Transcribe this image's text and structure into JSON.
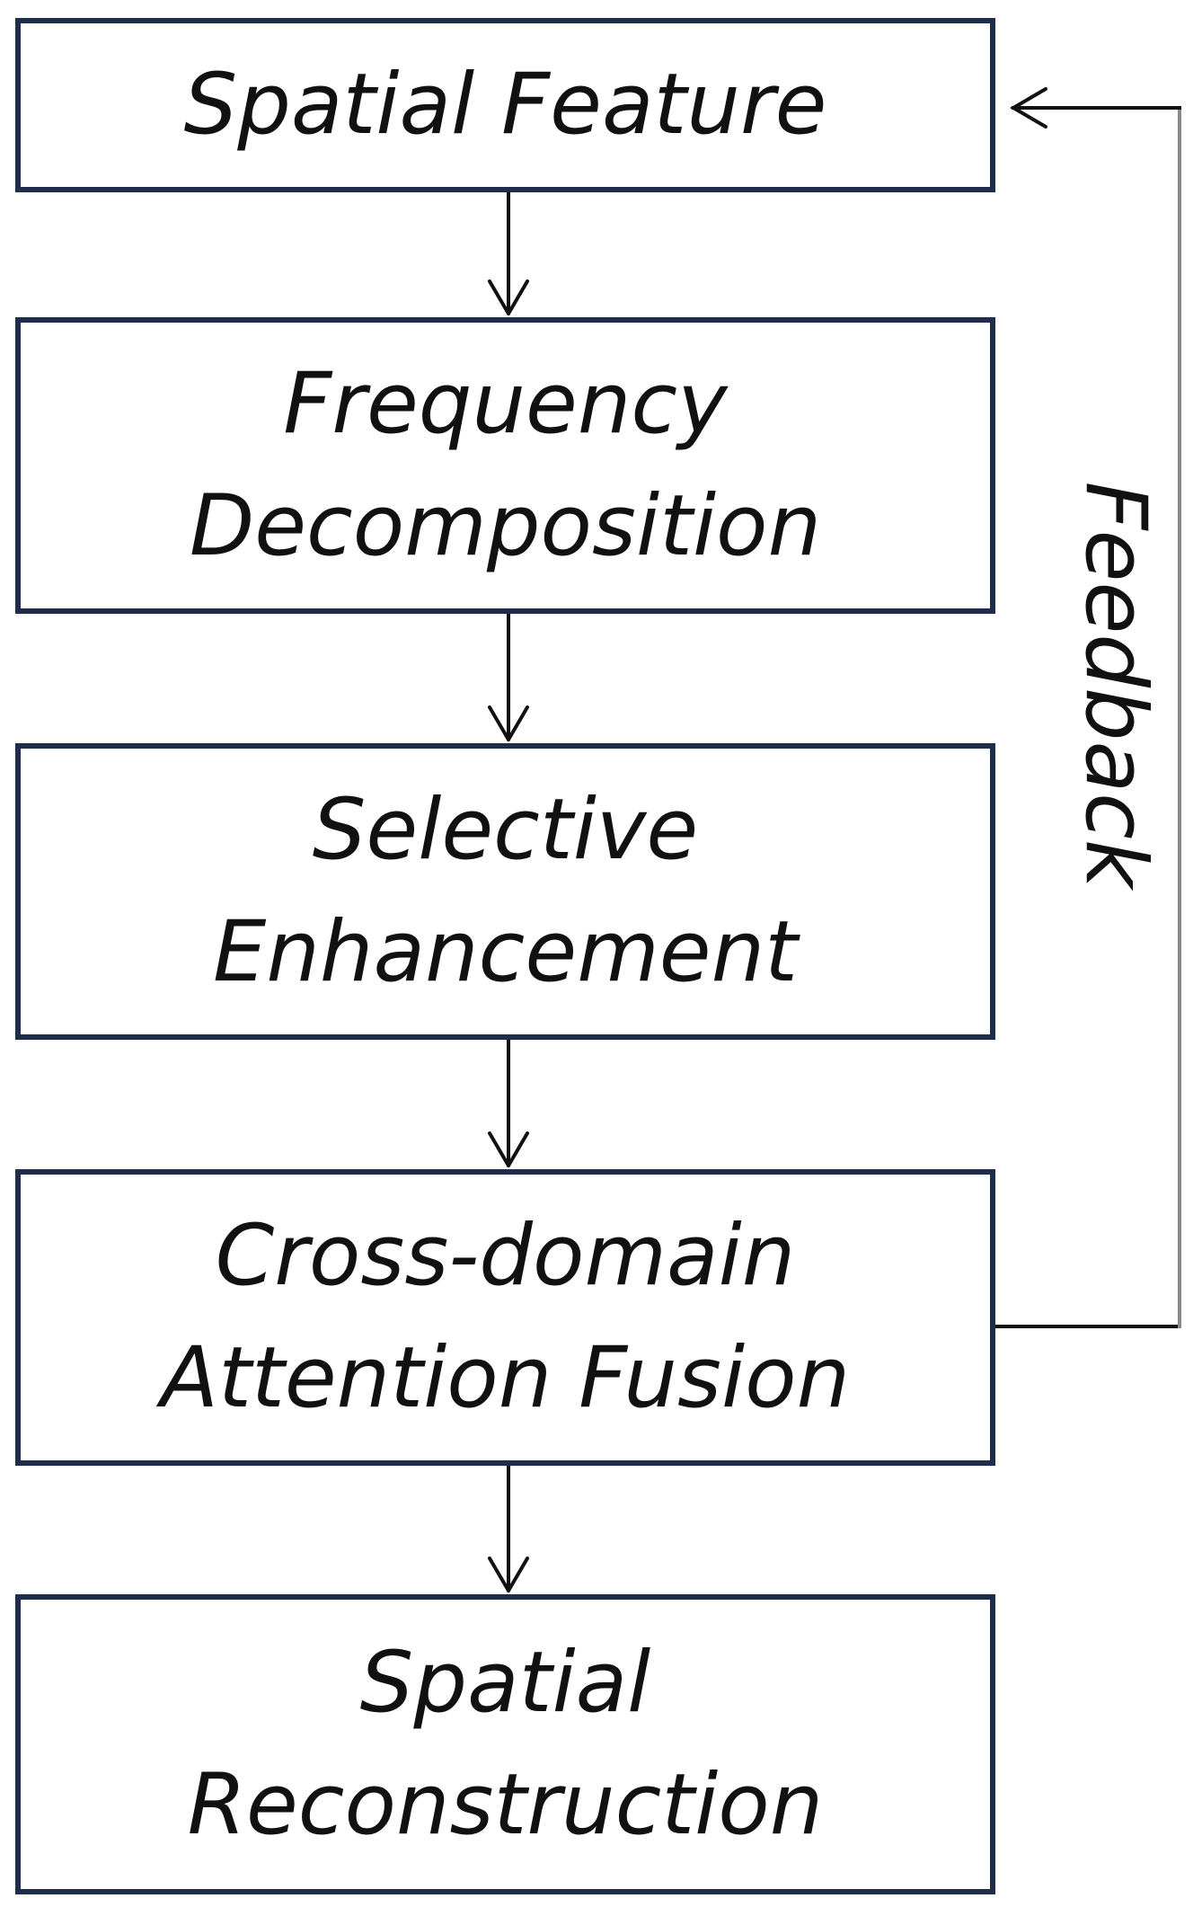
{
  "diagram": {
    "nodes": [
      {
        "id": "spatial-feature",
        "lines": [
          "Spatial Feature"
        ]
      },
      {
        "id": "frequency-decomposition",
        "lines": [
          "Frequency",
          "Decomposition"
        ]
      },
      {
        "id": "selective-enhancement",
        "lines": [
          "Selective",
          "Enhancement"
        ]
      },
      {
        "id": "cross-domain-attention-fusion",
        "lines": [
          "Cross-domain",
          "Attention Fusion"
        ]
      },
      {
        "id": "spatial-reconstruction",
        "lines": [
          "Spatial",
          "Reconstruction"
        ]
      }
    ],
    "edges": [
      {
        "from": "spatial-feature",
        "to": "frequency-decomposition"
      },
      {
        "from": "frequency-decomposition",
        "to": "selective-enhancement"
      },
      {
        "from": "selective-enhancement",
        "to": "cross-domain-attention-fusion"
      },
      {
        "from": "cross-domain-attention-fusion",
        "to": "spatial-reconstruction"
      },
      {
        "from": "cross-domain-attention-fusion",
        "to": "spatial-feature",
        "label": "Feedback"
      }
    ],
    "feedback_label": "Feedback"
  },
  "colors": {
    "box_border": "#1f2d4d",
    "arrow": "#111111",
    "feedback_line": "#8a8a8a",
    "text": "#111111"
  }
}
